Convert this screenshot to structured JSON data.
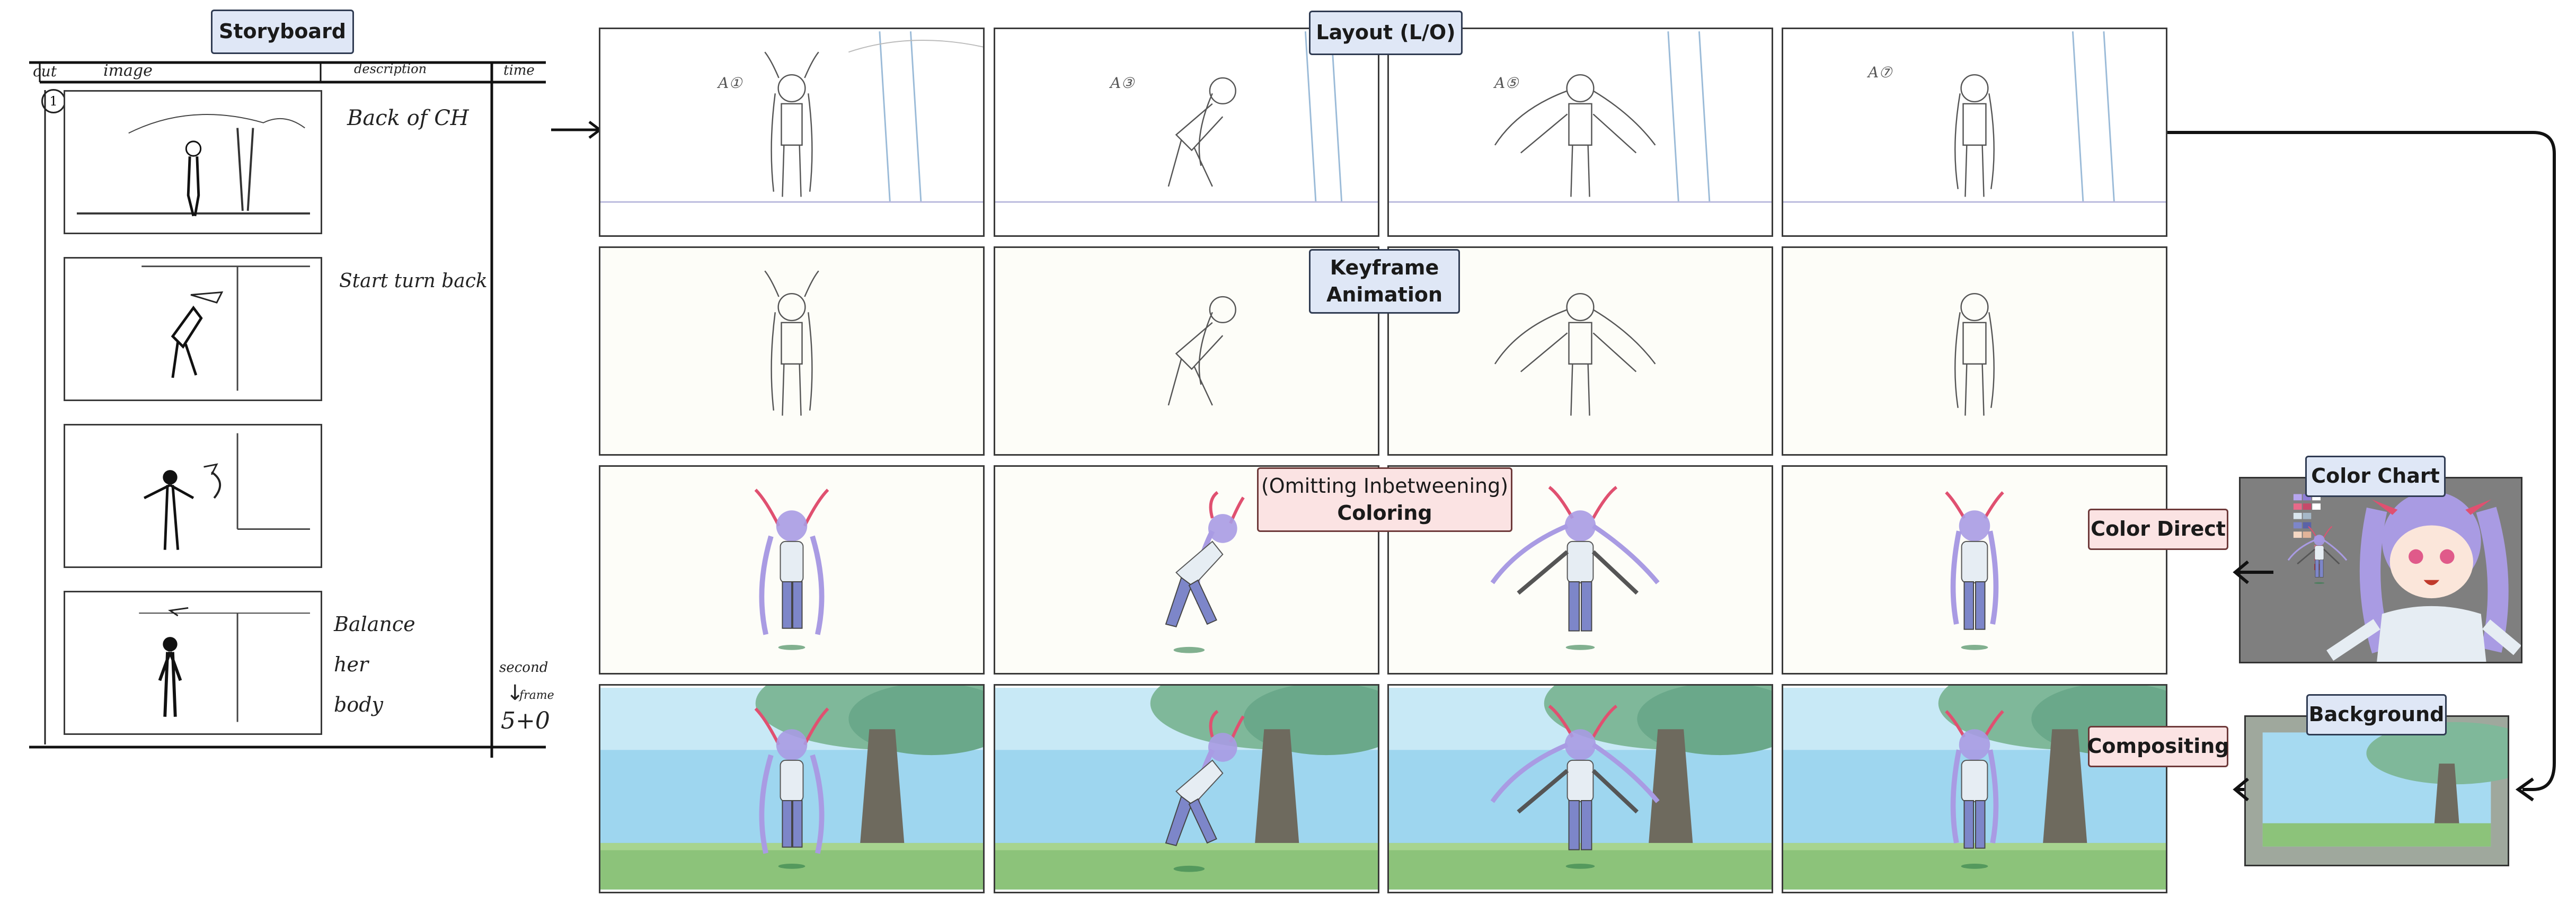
{
  "storyboard": {
    "title": "Storyboard",
    "headers": {
      "cut": "cut",
      "image": "image",
      "description": "description",
      "time": "time"
    },
    "cut_number": "1",
    "descriptions": [
      "Back of CH",
      "Start turn back",
      "",
      "Balance her body"
    ],
    "time_labels": {
      "second": "second",
      "frame": "frame",
      "value": "5+0"
    }
  },
  "rows": [
    {
      "id": "layout",
      "title": "Layout (L/O)",
      "panel_marks": [
        "A①",
        "A③",
        "A⑤",
        "A⑦"
      ]
    },
    {
      "id": "keyframe",
      "title_line1": "Keyframe",
      "title_line2": "Animation"
    },
    {
      "id": "coloring",
      "title_line1": "(Omitting Inbetweening)",
      "title_line2": "Coloring"
    },
    {
      "id": "compositing"
    }
  ],
  "side_labels": {
    "color_chart": "Color Chart",
    "color_direct": "Color Direct",
    "background": "Background",
    "compositing": "Compositing"
  },
  "colors": {
    "tag_blue": "#dfe7f6",
    "tag_pink": "#fbe3e3",
    "hair": "#a99be3",
    "sky": "#9ed6ef",
    "grass": "#8cc37a"
  }
}
